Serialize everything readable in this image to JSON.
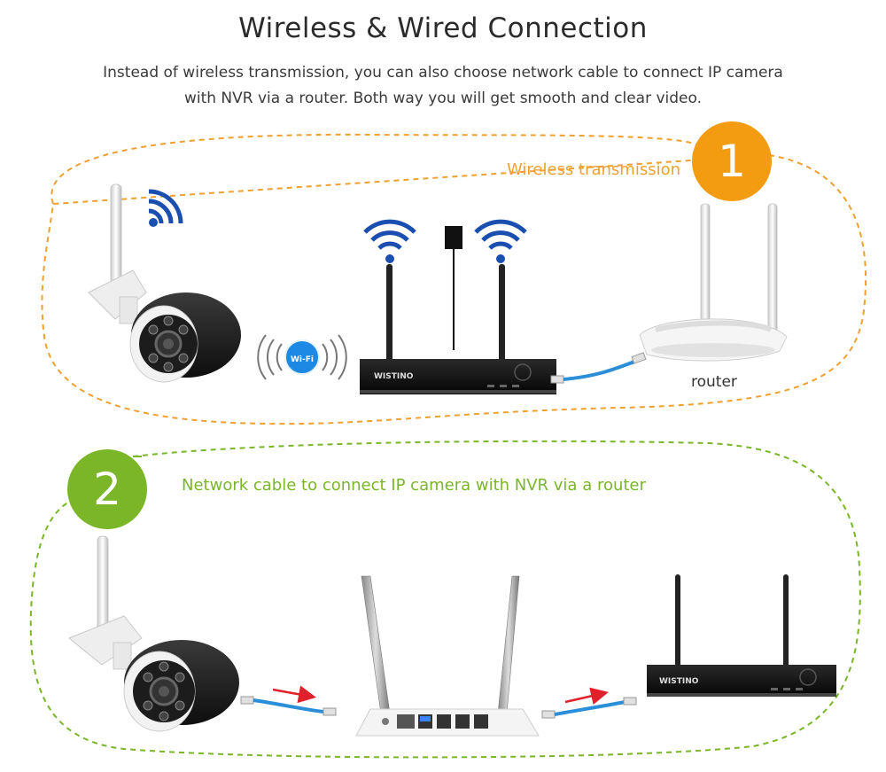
{
  "title": "Wireless & Wired Connection",
  "subtitle": "Instead of wireless transmission, you can also choose network cable to connect IP camera with NVR via a router. Both way you will get smooth and clear video.",
  "sections": [
    {
      "number": "1",
      "label": "Wireless transmission",
      "color": "#f39c12",
      "router_label": "router",
      "wifi_badge": "Wi-Fi"
    },
    {
      "number": "2",
      "label": "Network cable to connect IP camera with NVR via a router",
      "color": "#7ab628"
    }
  ],
  "brand": "WISTINO",
  "colors": {
    "wifi_blue": "#1a4fb0",
    "arrow_red": "#e0202a",
    "cable_blue": "#2a8fd8"
  }
}
